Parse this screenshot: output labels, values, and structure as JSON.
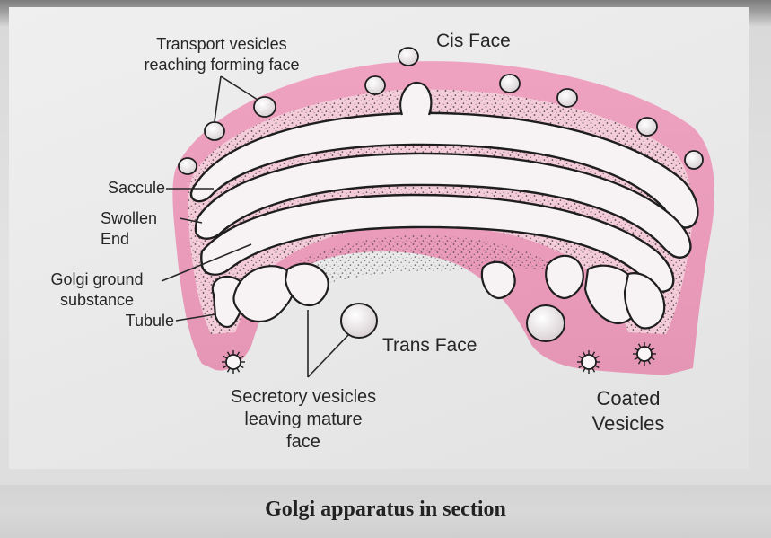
{
  "caption": "Golgi apparatus in section",
  "labels": {
    "cis_face": "Cis Face",
    "transport_vesicles": [
      "Transport vesicles",
      "reaching forming face"
    ],
    "saccule": "Saccule",
    "swollen_end": [
      "Swollen",
      "End"
    ],
    "golgi_ground_substance": [
      "Golgi ground",
      "substance"
    ],
    "tubule": "Tubule",
    "trans_face": "Trans Face",
    "secretory_vesicles": [
      "Secretory vesicles",
      "leaving mature",
      "face"
    ],
    "coated_vesicles": [
      "Coated",
      "Vesicles"
    ]
  },
  "colors": {
    "cytoplasm_pink": "#e896b4",
    "ground_substance": "#f3c8d6",
    "membrane": "#1e1e1e",
    "lumen": "#f7f3f4",
    "caption_band": "#d4d4d4"
  }
}
